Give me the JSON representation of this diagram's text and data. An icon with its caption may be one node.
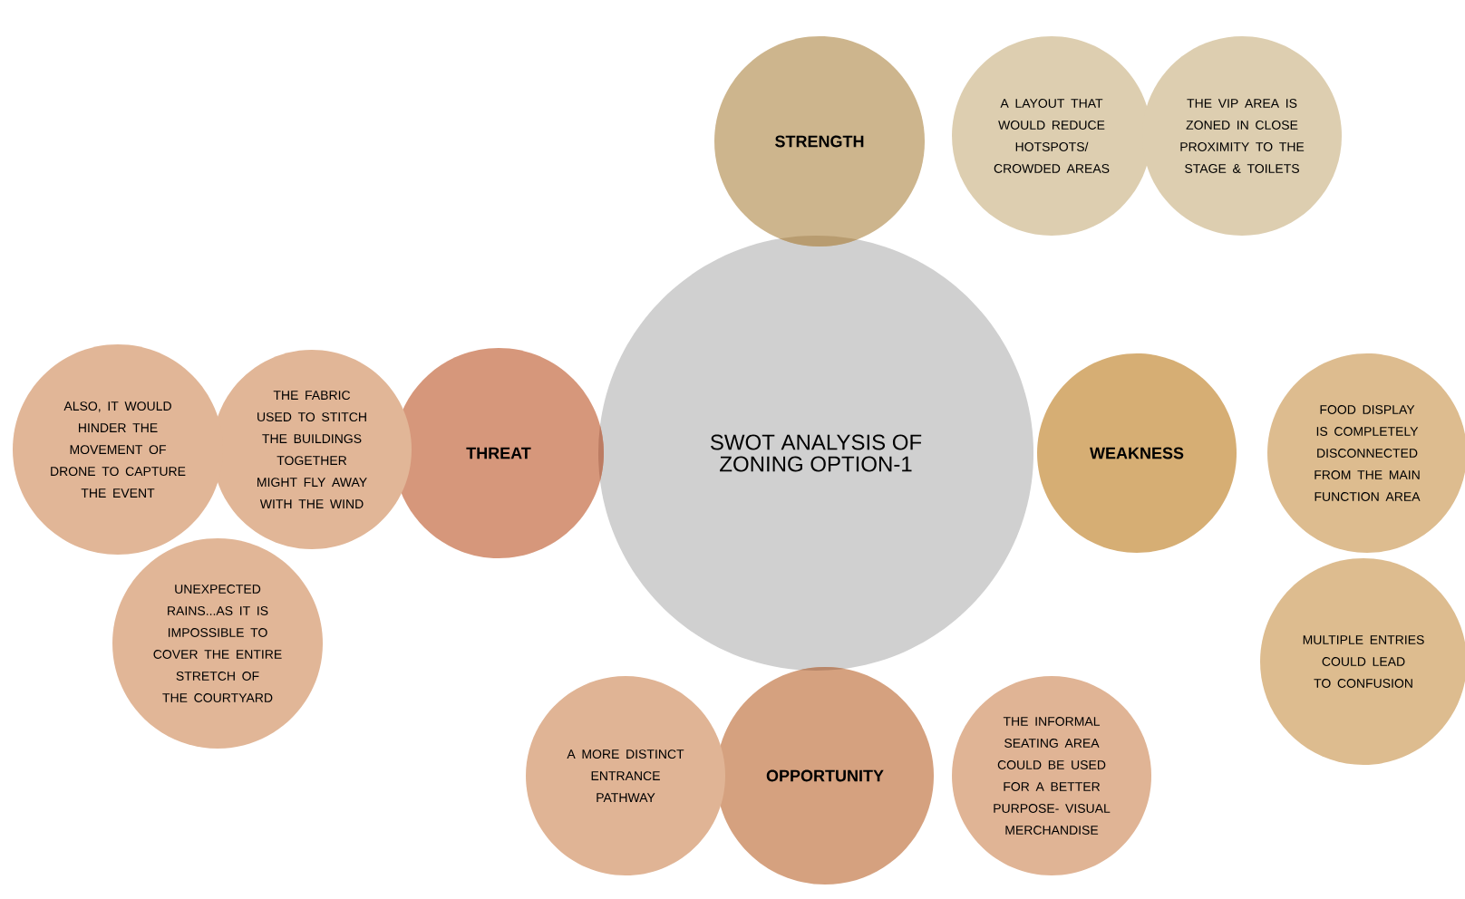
{
  "diagram": {
    "nodes": [
      {
        "text": [
          "SWOT ANALYSIS OF ZONING OPTION-1"
        ]
      },
      {
        "text": [
          "STRENGTH"
        ]
      },
      {
        "text": [
          "A LAYOUT THAT WOULD REDUCE HOTSPOTS/ CROWDED AREAS"
        ]
      },
      {
        "text": [
          "THE VIP AREA IS ZONED IN CLOSE PROXIMITY TO THE STAGE & TOILETS"
        ]
      },
      {
        "text": [
          "WEAKNESS"
        ]
      },
      {
        "text": [
          "FOOD DISPLAY IS COMPLETELY DISCONNECTED FROM THE MAIN FUNCTION AREA"
        ]
      },
      {
        "text": [
          "MULTIPLE ENTRIES COULD LEAD TO CONFUSION"
        ]
      },
      {
        "text": [
          "OPPORTUNITY"
        ]
      },
      {
        "text": [
          "A MORE DISTINCT ENTRANCE PATHWAY"
        ]
      },
      {
        "text": [
          "THE INFORMAL SEATING AREA COULD BE USED FOR A BETTER PURPOSE- VISUAL MERCHANDISE"
        ]
      },
      {
        "text": [
          "THREAT"
        ]
      },
      {
        "text": [
          "THE FABRIC USED TO STITCH THE BUILDINGS TOGETHER MIGHT FLY AWAY WITH THE WIND"
        ]
      },
      {
        "text": [
          "ALSO, IT WOULD HINDER THE MOVEMENT OF DRONE TO CAPTURE THE EVENT"
        ]
      },
      {
        "text": [
          "UNEXPECTED RAINS...AS IT IS IMPOSSIBLE TO COVER THE ENTIRE STRETCH OF THE COURTYARD"
        ]
      }
    ]
  }
}
